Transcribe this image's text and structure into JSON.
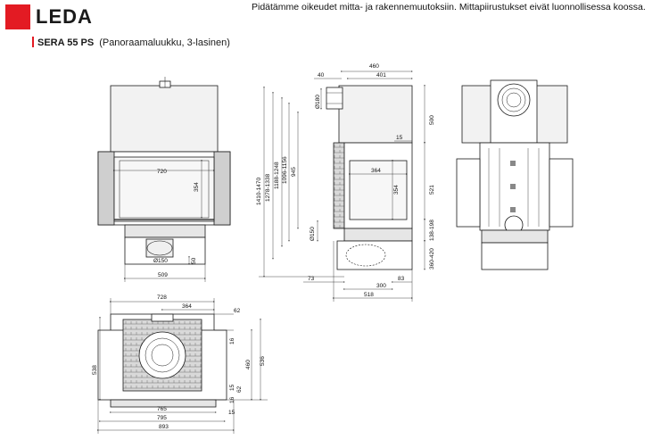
{
  "header": {
    "brand": "LEDA",
    "notice": "Pidätämme oikeudet mitta- ja rakennemuutoksiin. Mittapiirustukset eivät luonnollisessa koossa.",
    "model": "SERA 55 PS",
    "variant": "(Panoraamaluukku, 3-lasinen)"
  },
  "colors": {
    "brand_red": "#e31b23",
    "line": "#1a1a1a",
    "shade": "#b8b8b8"
  },
  "front_view": {
    "dims": {
      "width_inner": "720",
      "height_window": "354",
      "flue_dia": "Ø150",
      "flue_h": "50",
      "base_width": "509"
    }
  },
  "side_view": {
    "dims": {
      "depth_total": "460",
      "depth_top": "401",
      "collar": "40",
      "flue_dia_top": "Ø180",
      "top_height": "500",
      "glass_offset": "15",
      "glass_width": "364",
      "glass_height": "354",
      "height_1": "1410-1470",
      "height_2": "1278-1338",
      "height_3": "1188-1248",
      "height_4": "1096-1156",
      "height_5": "945",
      "height_6": "521",
      "height_7": "138-198",
      "height_8": "360-420",
      "flue_dia_bottom": "Ø150",
      "dim_73": "73",
      "dim_83": "83",
      "dim_300": "300",
      "depth_bottom": "518"
    }
  },
  "plan_view": {
    "dims": {
      "width_728": "728",
      "width_364": "364",
      "dim_62a": "62",
      "dim_16a": "16",
      "depth_538": "538",
      "depth_536": "536",
      "depth_460": "460",
      "dim_15a": "15",
      "dim_62b": "62",
      "dim_16b": "16",
      "width_765": "765",
      "width_795": "795",
      "dim_15b": "15",
      "width_893": "893"
    }
  }
}
